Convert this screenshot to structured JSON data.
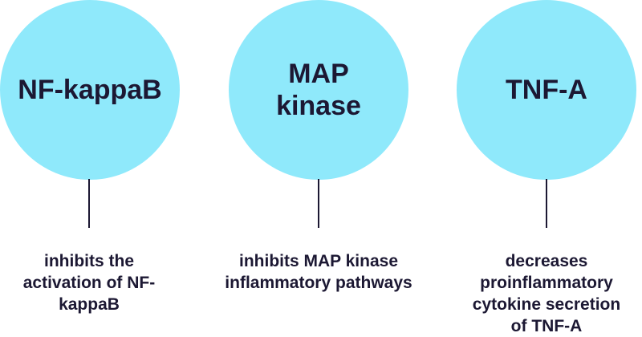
{
  "items": [
    {
      "title": "NF-kappaB",
      "description": "inhibits the activation of NF-kappaB"
    },
    {
      "title": "MAP kinase",
      "description": "inhibits MAP kinase inflammatory pathways"
    },
    {
      "title": "TNF-A",
      "description": "decreases proinflammatory cytokine secretion of TNF-A"
    }
  ],
  "colors": {
    "circle": "#8fe9fb",
    "text": "#1c1833"
  }
}
